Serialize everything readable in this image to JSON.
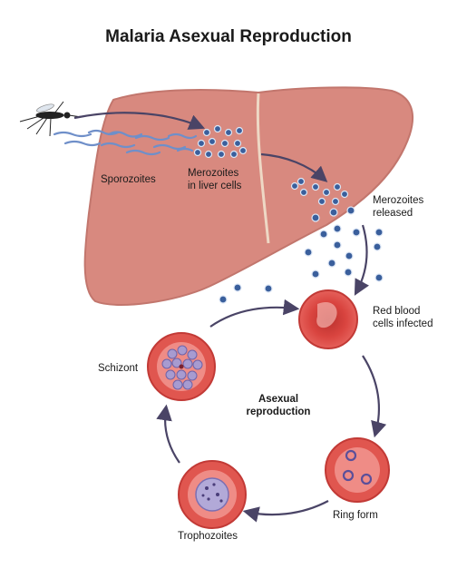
{
  "title": "Malaria Asexual Reproduction",
  "labels": {
    "sporozoites": "Sporozoites",
    "merozoites_liver": "Merozoites\nin liver cells",
    "merozoites_released": "Merozoites\nreleased",
    "rbc_infected": "Red blood\ncells infected",
    "schizont": "Schizont",
    "asexual": "Asexual\nreproduction",
    "ring_form": "Ring form",
    "trophozoites": "Trophozoites"
  },
  "colors": {
    "liver": "#d8897f",
    "liver_dark": "#c2766d",
    "gallbladder": "#6fbf73",
    "rbc": "#d9443f",
    "rbc_dark": "#b8302d",
    "parasite": "#3a5f9c",
    "arrow": "#4a4466",
    "sporozoite": "#6f8fc9"
  }
}
